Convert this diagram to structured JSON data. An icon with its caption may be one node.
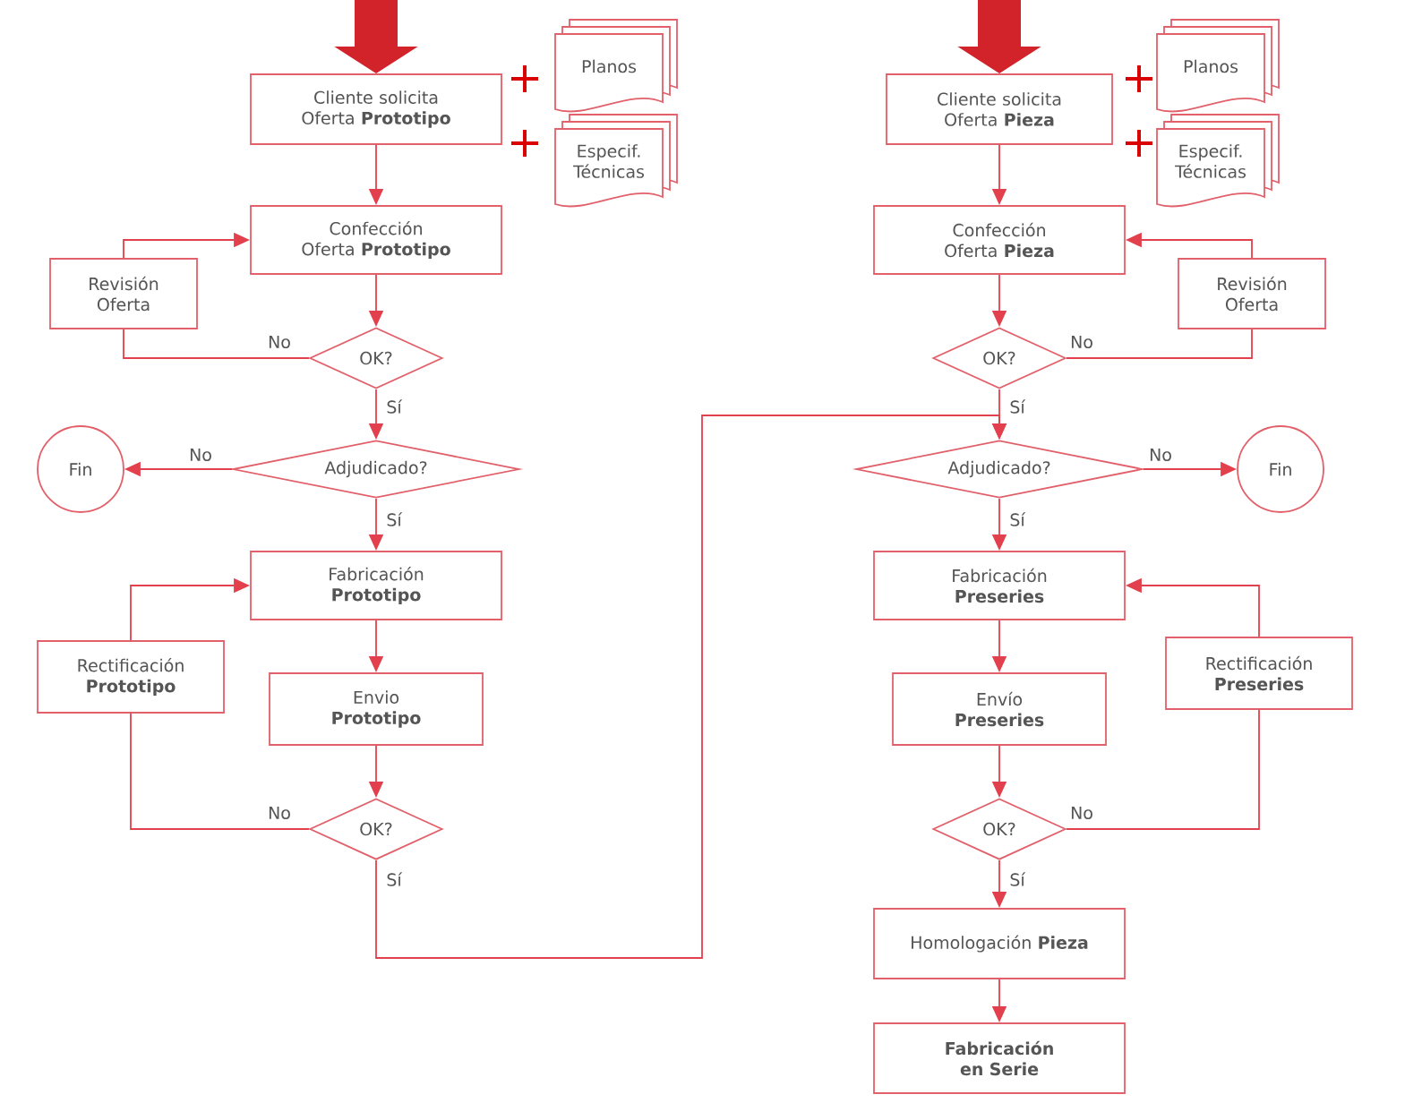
{
  "diagram": {
    "nodes": [
      {
        "text": [
          "Cliente solicita Oferta **Prototipo**"
        ]
      },
      {
        "text": [
          "Planos"
        ]
      },
      {
        "text": [
          "Especif. Técnicas"
        ]
      },
      {
        "text": [
          "Confección Oferta **Prototipo**"
        ]
      },
      {
        "text": [
          "Revisión Oferta"
        ]
      },
      {
        "text": [
          "OK?"
        ]
      },
      {
        "text": [
          "Fin"
        ]
      },
      {
        "text": [
          "Adjudicado?"
        ]
      },
      {
        "text": [
          "Fabricación **Prototipo**"
        ]
      },
      {
        "text": [
          "Rectificación **Prototipo**"
        ]
      },
      {
        "text": [
          "Envio **Prototipo**"
        ]
      },
      {
        "text": [
          "OK?"
        ]
      },
      {
        "text": [
          "Cliente solicita Oferta **Pieza**"
        ]
      },
      {
        "text": [
          "Planos"
        ]
      },
      {
        "text": [
          "Especif. Técnicas"
        ]
      },
      {
        "text": [
          "Confección Oferta **Pieza**"
        ]
      },
      {
        "text": [
          "Revisión Oferta"
        ]
      },
      {
        "text": [
          "OK?"
        ]
      },
      {
        "text": [
          "Adjudicado?"
        ]
      },
      {
        "text": [
          "Fin"
        ]
      },
      {
        "text": [
          "Fabricación **Preseries**"
        ]
      },
      {
        "text": [
          "Rectificación **Preseries**"
        ]
      },
      {
        "text": [
          "Envío **Preseries**"
        ]
      },
      {
        "text": [
          "OK?"
        ]
      },
      {
        "text": [
          "Homologación **Pieza**"
        ]
      },
      {
        "text": [
          "Fabricación en Serie"
        ]
      }
    ],
    "edges": [
      {
        "from": null,
        "to": 0,
        "arrow": "to",
        "style": "thick",
        "color": "#d2232a"
      },
      {
        "from": null,
        "to": 12,
        "arrow": "to",
        "style": "thick",
        "color": "#d2232a"
      },
      {
        "from": 0,
        "to": 3,
        "arrow": "to"
      },
      {
        "from": 3,
        "to": 5,
        "arrow": "to"
      },
      {
        "from": 5,
        "to": 4,
        "arrow": "none",
        "label": "No"
      },
      {
        "from": 4,
        "to": 3,
        "arrow": "to"
      },
      {
        "from": 5,
        "to": 7,
        "arrow": "to",
        "label": "Sí"
      },
      {
        "from": 7,
        "to": 6,
        "arrow": "to",
        "label": "No"
      },
      {
        "from": 7,
        "to": 8,
        "arrow": "to",
        "label": "Sí"
      },
      {
        "from": 8,
        "to": 10,
        "arrow": "to"
      },
      {
        "from": 10,
        "to": 11,
        "arrow": "to"
      },
      {
        "from": 11,
        "to": 9,
        "arrow": "none",
        "label": "No"
      },
      {
        "from": 9,
        "to": 8,
        "arrow": "to"
      },
      {
        "from": 11,
        "to": 18,
        "arrow": "to",
        "label": "Sí"
      },
      {
        "from": 12,
        "to": 15,
        "arrow": "to"
      },
      {
        "from": 15,
        "to": 17,
        "arrow": "to"
      },
      {
        "from": 17,
        "to": 16,
        "arrow": "none",
        "label": "No"
      },
      {
        "from": 16,
        "to": 15,
        "arrow": "to"
      },
      {
        "from": 17,
        "to": 18,
        "arrow": "to",
        "label": "Sí"
      },
      {
        "from": 18,
        "to": 19,
        "arrow": "to",
        "label": "No"
      },
      {
        "from": 18,
        "to": 20,
        "arrow": "to",
        "label": "Sí"
      },
      {
        "from": 20,
        "to": 22,
        "arrow": "to"
      },
      {
        "from": 22,
        "to": 23,
        "arrow": "to"
      },
      {
        "from": 23,
        "to": 21,
        "arrow": "none",
        "label": "No"
      },
      {
        "from": 21,
        "to": 20,
        "arrow": "to"
      },
      {
        "from": 23,
        "to": 24,
        "arrow": "to",
        "label": "Sí"
      },
      {
        "from": 24,
        "to": 25,
        "arrow": "to"
      }
    ],
    "labels": [
      "+",
      "+",
      "+",
      "+"
    ]
  }
}
